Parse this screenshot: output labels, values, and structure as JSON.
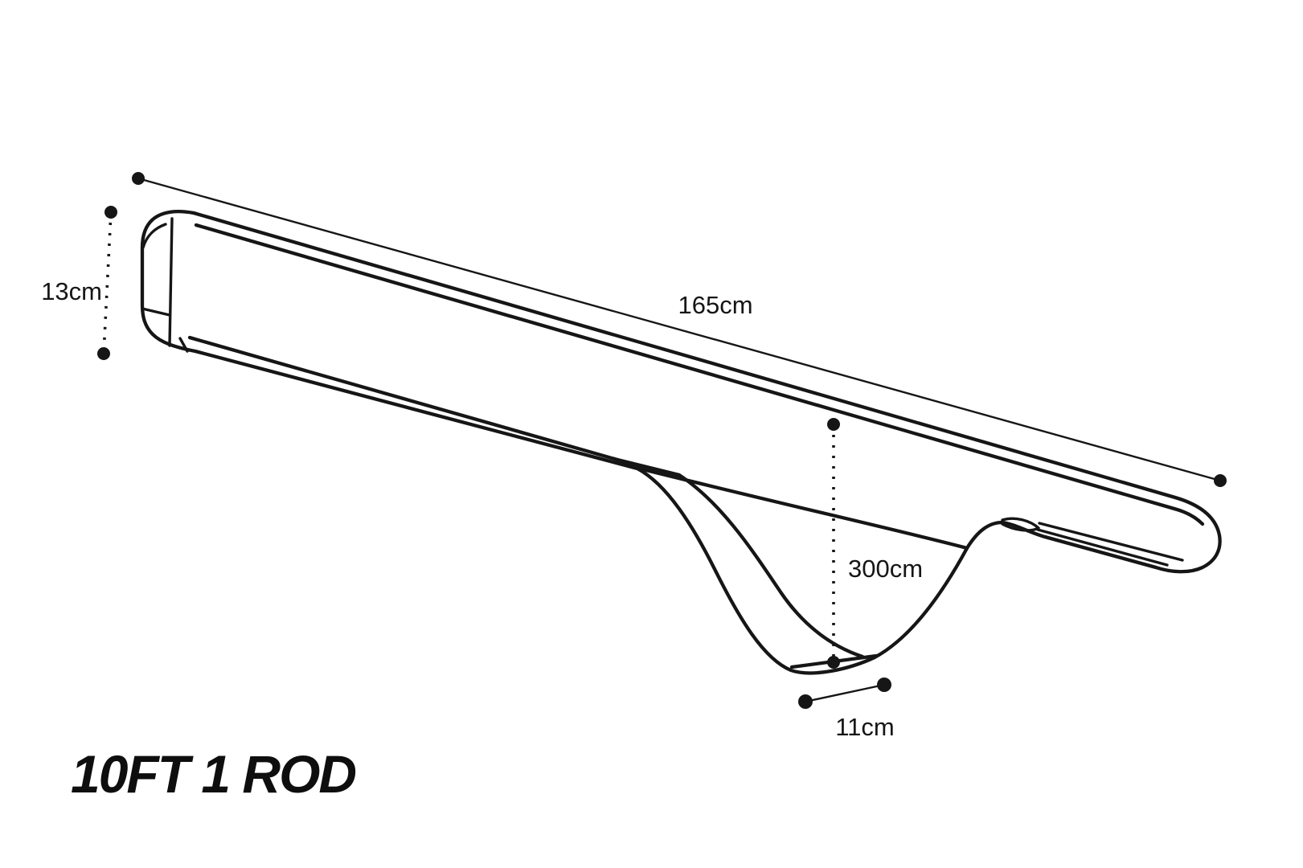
{
  "page": {
    "background_color": "#ffffff",
    "line_color": "#161616"
  },
  "diagram": {
    "title": "10FT 1 ROD",
    "subject": "single fishing rod sleeve with reel pouch, dimensioned line drawing",
    "dimensions": {
      "length": {
        "label": "165cm"
      },
      "end_height": {
        "label": "13cm"
      },
      "drop": {
        "label": "300cm"
      },
      "pouch_base": {
        "label": "11cm"
      }
    }
  }
}
